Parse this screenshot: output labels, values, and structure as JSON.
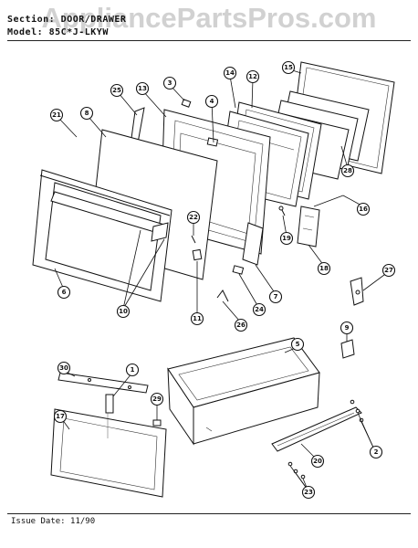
{
  "header": {
    "section_line": "Section: DOOR/DRAWER",
    "model_line": "Model: 85C*J-LKYW"
  },
  "watermark": "AppliancePartsPros.com",
  "footer": {
    "issue_date": "Issue Date: 11/90"
  },
  "callouts": [
    "1",
    "2",
    "3",
    "4",
    "5",
    "6",
    "7",
    "8",
    "9",
    "10",
    "11",
    "12",
    "13",
    "14",
    "15",
    "16",
    "17",
    "18",
    "19",
    "20",
    "21",
    "22",
    "23",
    "24",
    "25",
    "26",
    "27",
    "28",
    "29",
    "30"
  ],
  "colors": {
    "ink": "#111111",
    "watermark": "#c9c9c9"
  }
}
